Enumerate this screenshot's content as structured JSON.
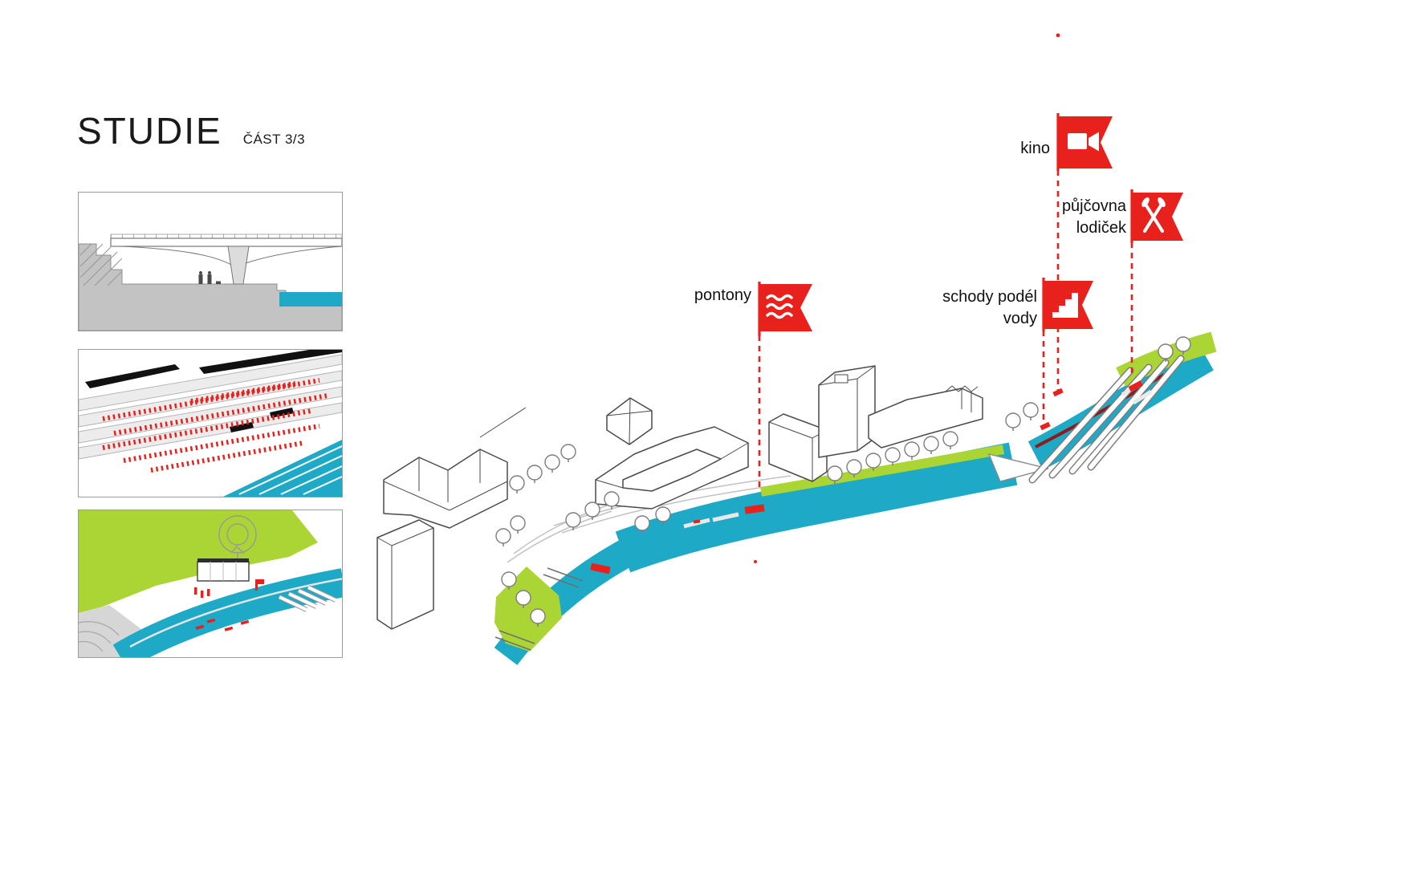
{
  "header": {
    "title": "STUDIE",
    "subtitle": "ČÁST 3/3"
  },
  "annotations": {
    "pontony": {
      "label": "pontony",
      "icon": "waves-icon"
    },
    "kino": {
      "label": "kino",
      "icon": "video-camera-icon"
    },
    "pujcovna": {
      "label": "půjčovna lodiček",
      "icon": "crossed-paddles-icon"
    },
    "schody": {
      "label": "schody podél vody",
      "icon": "stairs-icon"
    }
  },
  "colors": {
    "accent_red": "#e8211c",
    "water_teal": "#1ea9c7",
    "park_green": "#abd534",
    "dark_red": "#8e1a1c"
  }
}
